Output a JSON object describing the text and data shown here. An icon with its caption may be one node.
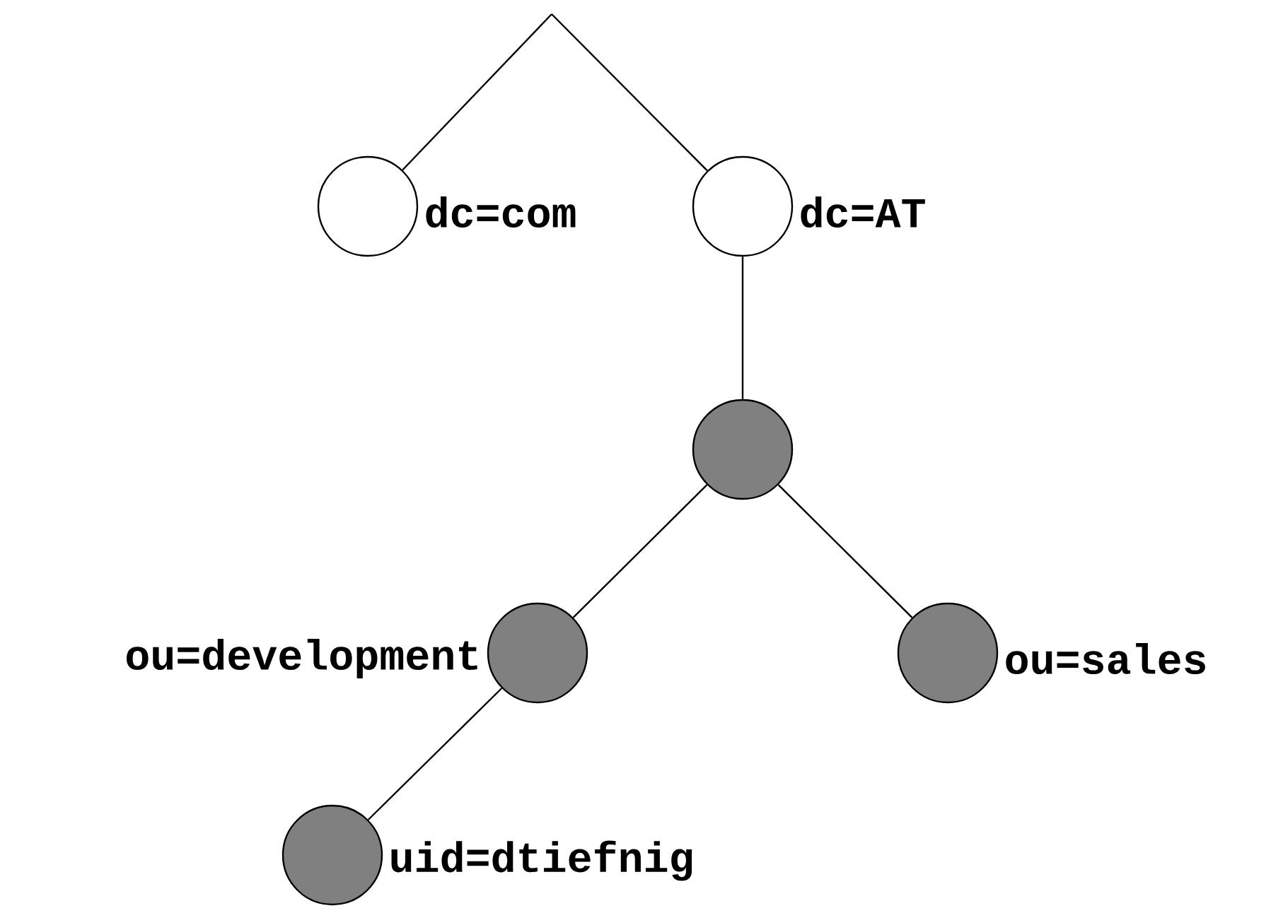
{
  "diagram": {
    "nodes": [
      {
        "text": [],
        "shape": "circle",
        "beside": [
          "dc=com"
        ]
      },
      {
        "text": [],
        "shape": "circle",
        "beside": [
          "dc=AT"
        ]
      },
      {
        "text": [],
        "shape": "circle"
      },
      {
        "text": [],
        "shape": "circle",
        "beside": [
          "ou=development"
        ]
      },
      {
        "text": [],
        "shape": "circle",
        "beside": [
          "ou=sales"
        ]
      },
      {
        "text": [],
        "shape": "circle",
        "beside": [
          "uid=dtiefnig"
        ]
      }
    ],
    "edges": [
      {
        "from": null,
        "to": 0,
        "arrow": "none"
      },
      {
        "from": null,
        "to": 1,
        "arrow": "none"
      },
      {
        "from": 1,
        "to": 2,
        "arrow": "none"
      },
      {
        "from": 2,
        "to": 3,
        "arrow": "none"
      },
      {
        "from": 2,
        "to": 4,
        "arrow": "none"
      },
      {
        "from": 3,
        "to": 5,
        "arrow": "none"
      }
    ]
  }
}
